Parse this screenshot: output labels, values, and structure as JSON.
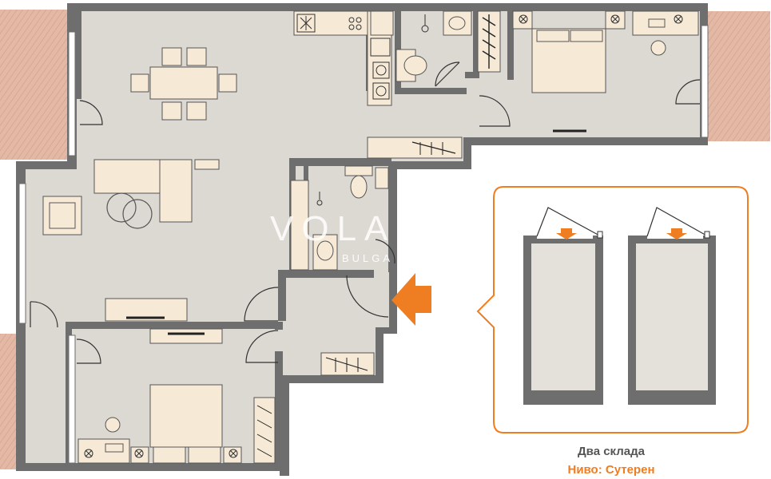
{
  "colors": {
    "wall": "#6e6e6e",
    "floor": "#dcd8d2",
    "furniture": "#f6ead7",
    "line": "#333333",
    "accent": "#ef7d22",
    "balcony": "#e7b7a3",
    "storage_floor": "#e4e0da"
  },
  "watermark": {
    "main": "VOLA",
    "sub": "BULGA"
  },
  "storage_panel": {
    "title": "Два склада",
    "level": "Ниво: Сутерен"
  },
  "icons": [
    "entrance-arrow-icon",
    "storage-arrow-icon",
    "door-swing-icon",
    "toilet-icon",
    "sink-icon",
    "stove-icon",
    "fridge-icon",
    "radiator-icon"
  ]
}
